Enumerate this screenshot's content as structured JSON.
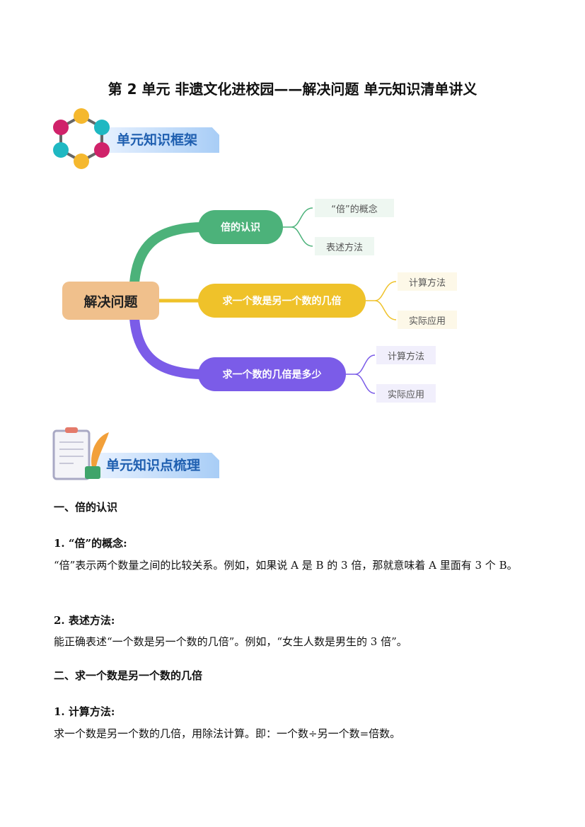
{
  "title": "第 2 单元  非遗文化进校园——解决问题  单元知识清单讲义",
  "section1": {
    "banner": "单元知识框架",
    "icon": "hexagon-molecule-icon"
  },
  "mindmap": {
    "root": "解决问题",
    "branches": [
      {
        "label": "倍的认识",
        "color": "#4cb27a",
        "leaves": [
          "“倍”的概念",
          "表述方法"
        ]
      },
      {
        "label": "求一个数是另一个数的几倍",
        "color": "#efc22a",
        "leaves": [
          "计算方法",
          "实际应用"
        ]
      },
      {
        "label": "求一个数的几倍是多少",
        "color": "#7b5ce8",
        "leaves": [
          "计算方法",
          "实际应用"
        ]
      }
    ]
  },
  "section2": {
    "banner": "单元知识点梳理",
    "icon": "clipboard-quill-icon"
  },
  "content": {
    "h1": "一、倍的认识",
    "s1_title": "1. “倍”的概念:",
    "s1_text": "“倍”表示两个数量之间的比较关系。例如，如果说 A 是 B 的 3 倍，那就意味着 A 里面有 3 个 B。",
    "s2_title": "2. 表述方法:",
    "s2_text": "能正确表述“一个数是另一个数的几倍”。例如，“女生人数是男生的 3 倍”。",
    "h2": "二、求一个数是另一个数的几倍",
    "s3_title": "1. 计算方法:",
    "s3_text": "求一个数是另一个数的几倍，用除法计算。即：一个数÷另一个数=倍数。"
  }
}
